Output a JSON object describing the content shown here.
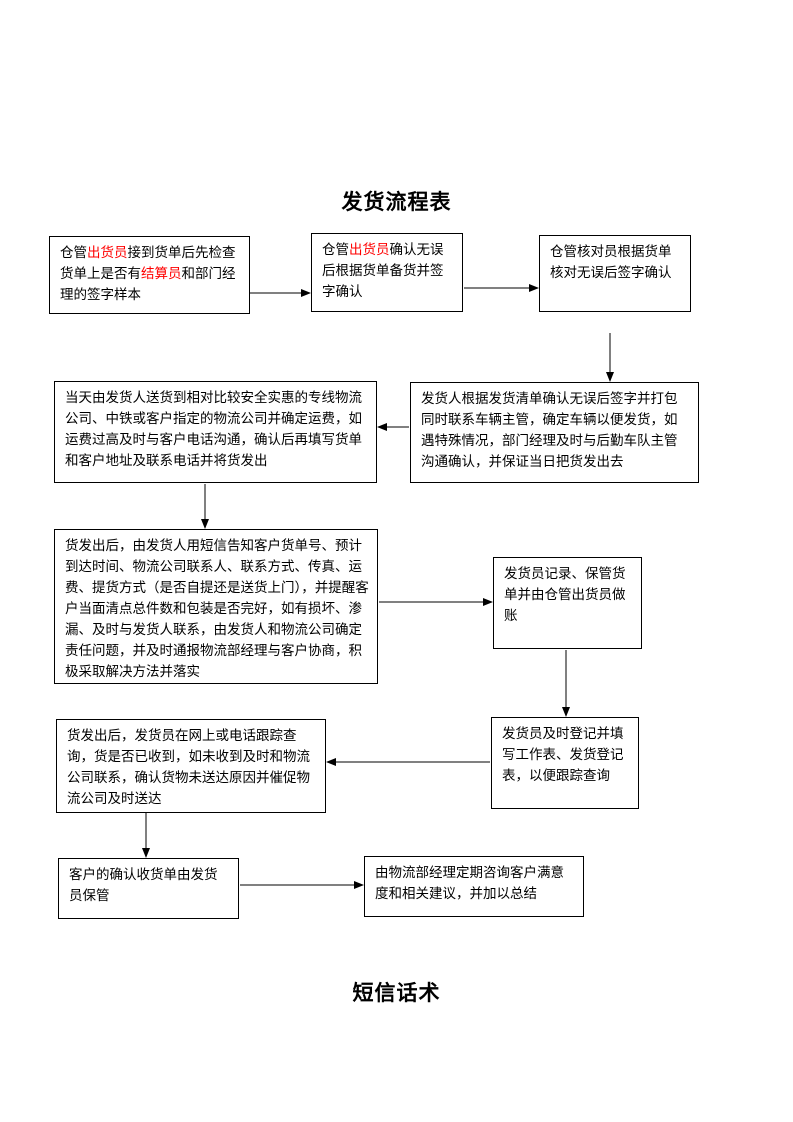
{
  "title": "发货流程表",
  "subtitle": "短信话术",
  "boxes": {
    "b1": {
      "part1": "仓管",
      "red1": "出货员",
      "part2": "接到货单后先检查货单上是否有",
      "red2": "结算员",
      "part3": "和部门经理的签字样本"
    },
    "b2": {
      "part1": "仓管",
      "red1": "出货员",
      "part2": "确认无误后根据货单备货并签字确认"
    },
    "b3": "仓管核对员根据货单核对无误后签字确认",
    "b4": "发货人根据发货清单确认无误后签字并打包同时联系车辆主管，确定车辆以便发货，如遇特殊情况，部门经理及时与后勤车队主管沟通确认，并保证当日把货发出去",
    "b5": "当天由发货人送货到相对比较安全实惠的专线物流公司、中铁或客户指定的物流公司并确定运费，如运费过高及时与客户电话沟通，确认后再填写货单和客户地址及联系电话并将货发出",
    "b6": "货发出后，由发货人用短信告知客户货单号、预计到达时间、物流公司联系人、联系方式、传真、运费、提货方式（是否自提还是送货上门），并提醒客户当面清点总件数和包装是否完好，如有损坏、渗漏、及时与发货人联系，由发货人和物流公司确定责任问题，并及时通报物流部经理与客户协商，积极采取解决方法并落实",
    "b7": "发货员记录、保管货单并由仓管出货员做账",
    "b8": "发货员及时登记并填写工作表、发货登记表，以便跟踪查询",
    "b9": "货发出后，发货员在网上或电话跟踪查询，货是否已收到，如未收到及时和物流公司联系，确认货物未送达原因并催促物流公司及时送达",
    "b10": "客户的确认收货单由发货员保管",
    "b11": "由物流部经理定期咨询客户满意度和相关建议，并加以总结"
  }
}
